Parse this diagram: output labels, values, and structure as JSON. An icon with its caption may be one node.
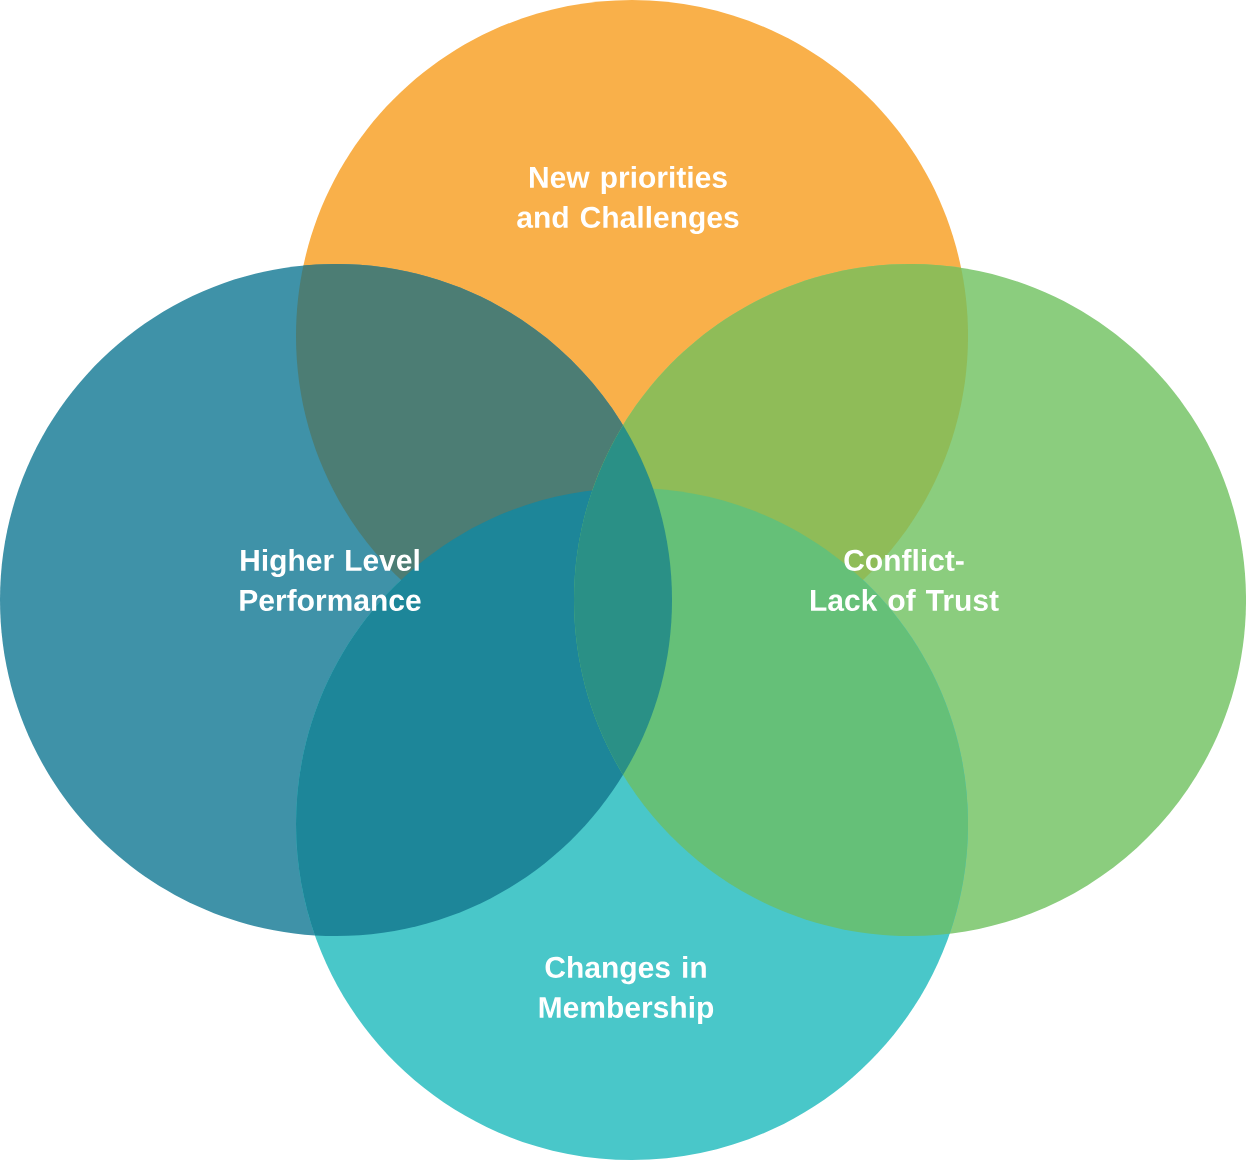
{
  "diagram": {
    "nodes": [
      {
        "text": [
          "New priorities and Challenges"
        ]
      },
      {
        "text": [
          "Higher Level Performance"
        ]
      },
      {
        "text": [
          "Conflict- Lack of Trust"
        ]
      },
      {
        "text": [
          "Changes in Membership"
        ]
      }
    ]
  }
}
